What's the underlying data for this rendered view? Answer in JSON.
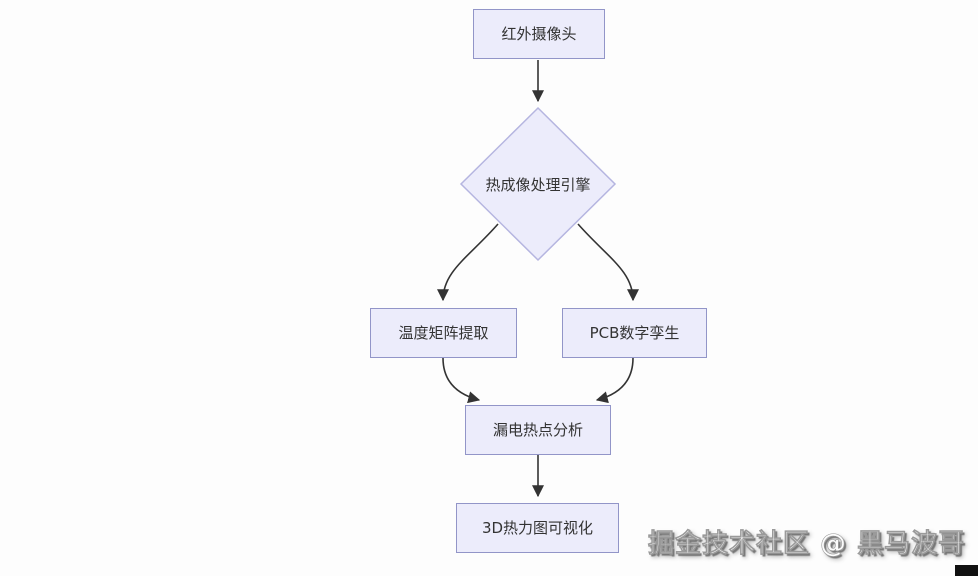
{
  "diagram": {
    "title": "infrared-thermal-imaging-flowchart",
    "nodes": [
      {
        "id": "camera",
        "label": "红外摄像头",
        "shape": "rect"
      },
      {
        "id": "engine",
        "label": "热成像处理引擎",
        "shape": "diamond"
      },
      {
        "id": "matrix",
        "label": "温度矩阵提取",
        "shape": "rect"
      },
      {
        "id": "pcb",
        "label": "PCB数字孪生",
        "shape": "rect"
      },
      {
        "id": "hotspot",
        "label": "漏电热点分析",
        "shape": "rect"
      },
      {
        "id": "heatmap",
        "label": "3D热力图可视化",
        "shape": "rect"
      }
    ],
    "edges": [
      {
        "from": "红外摄像头",
        "to": "热成像处理引擎"
      },
      {
        "from": "热成像处理引擎",
        "to": "温度矩阵提取"
      },
      {
        "from": "热成像处理引擎",
        "to": "PCB数字孪生"
      },
      {
        "from": "温度矩阵提取",
        "to": "漏电热点分析"
      },
      {
        "from": "PCB数字孪生",
        "to": "漏电热点分析"
      },
      {
        "from": "漏电热点分析",
        "to": "3D热力图可视化"
      }
    ],
    "colors": {
      "node_fill": "#ececfb",
      "node_border": "#9295c8",
      "diamond_border": "#b5b5e0",
      "arrow": "#333333",
      "text": "#333333",
      "background": "#fdfdfd"
    }
  },
  "watermark": {
    "text": "掘金技术社区 @ 黑马波哥"
  }
}
